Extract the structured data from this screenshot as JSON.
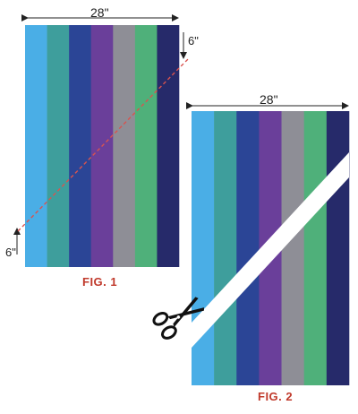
{
  "fig1": {
    "caption": "FIG. 1",
    "width_label": "28\"",
    "offset_top_label": "6\"",
    "offset_bottom_label": "6\"",
    "strip_colors": [
      "#4aaee6",
      "#3e9e9c",
      "#2b4596",
      "#6a3f9a",
      "#8e8e96",
      "#4fb07a",
      "#262a6a"
    ],
    "cut_line_color": "#d9534f"
  },
  "fig2": {
    "caption": "FIG. 2",
    "width_label": "28\"",
    "strip_colors": [
      "#4aaee6",
      "#3e9e9c",
      "#2b4596",
      "#6a3f9a",
      "#8e8e96",
      "#4fb07a",
      "#262a6a"
    ]
  },
  "icons": {
    "scissors": "scissors-icon"
  }
}
